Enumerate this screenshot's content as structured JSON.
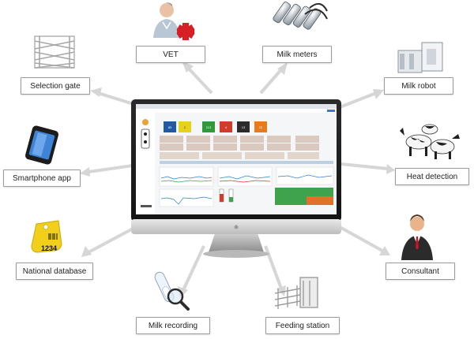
{
  "nodes": {
    "vet": "VET",
    "milk_meters": "Milk meters",
    "selection_gate": "Selection gate",
    "milk_robot": "Milk robot",
    "smartphone_app": "Smartphone app",
    "heat_detection": "Heat detection",
    "national_database": "National database",
    "consultant": "Consultant",
    "milk_recording": "Milk recording",
    "feeding_station": "Feeding station"
  },
  "ear_tag_number": "1234",
  "dashboard": {
    "tiles": [
      {
        "value": "83",
        "color": "#1f5aa8"
      },
      {
        "value": "2",
        "color": "#e6d21e"
      },
      {
        "value": "113",
        "color": "#2e9b3a"
      },
      {
        "value": "4",
        "color": "#d23a2a"
      },
      {
        "value": "13",
        "color": "#2b2b2b"
      },
      {
        "value": "22",
        "color": "#e87a1e"
      }
    ]
  },
  "colors": {
    "arrow": "#d6d6d6",
    "node_border": "#9a9a9a",
    "screen_accent": "#2f7fd0",
    "green_panel": "#3fa34d",
    "orange_panel": "#e0702a"
  }
}
